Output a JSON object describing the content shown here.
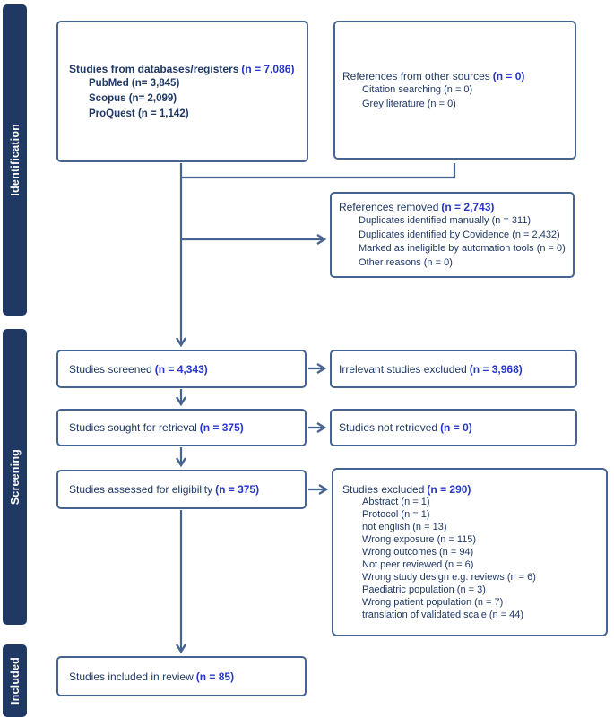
{
  "colors": {
    "stage_bar": "#1f3864",
    "text_navy": "#1f3864",
    "count_blue": "#2636cc",
    "line_steel_blue": "#46648f"
  },
  "sidebar": {
    "identification_label": "Identification",
    "screening_label": "Screening",
    "included_label": "Included"
  },
  "boxes": {
    "databases": {
      "title": "Studies from databases/registers",
      "n": "(n = 7,086)",
      "items": [
        "PubMed (n= 3,845)",
        "Scopus (n= 2,099)",
        "ProQuest (n = 1,142)"
      ]
    },
    "other_sources": {
      "title": "References from other sources",
      "n": "(n = 0)",
      "items": [
        "Citation searching (n = 0)",
        "Grey literature (n = 0)"
      ]
    },
    "removed": {
      "title": "References removed",
      "n": "(n = 2,743)",
      "items": [
        "Duplicates identified manually (n = 311)",
        "Duplicates identified by Covidence (n = 2,432)",
        "Marked as ineligible by automation tools (n = 0)",
        "Other reasons (n = 0)"
      ]
    },
    "screened": {
      "title": "Studies screened",
      "n": "(n = 4,343)"
    },
    "irrelevant": {
      "title": "Irrelevant studies excluded",
      "n": "(n = 3,968)"
    },
    "sought": {
      "title": "Studies sought for retrieval",
      "n": "(n = 375)"
    },
    "not_retrieved": {
      "title": "Studies not retrieved",
      "n": "(n = 0)"
    },
    "assessed": {
      "title": "Studies assessed for eligibility",
      "n": "(n = 375)"
    },
    "excluded": {
      "title": "Studies excluded",
      "n": "(n = 290)",
      "items": [
        "Abstract (n = 1)",
        "Protocol (n = 1)",
        "not english (n = 13)",
        "Wrong exposure (n = 115)",
        "Wrong outcomes (n = 94)",
        "Not peer reviewed (n = 6)",
        "Wrong study design e.g. reviews (n = 6)",
        "Paediatric population (n = 3)",
        "Wrong patient population (n = 7)",
        "translation of validated scale (n = 44)"
      ]
    },
    "included_review": {
      "title": "Studies included in review",
      "n": "(n = 85)"
    }
  }
}
